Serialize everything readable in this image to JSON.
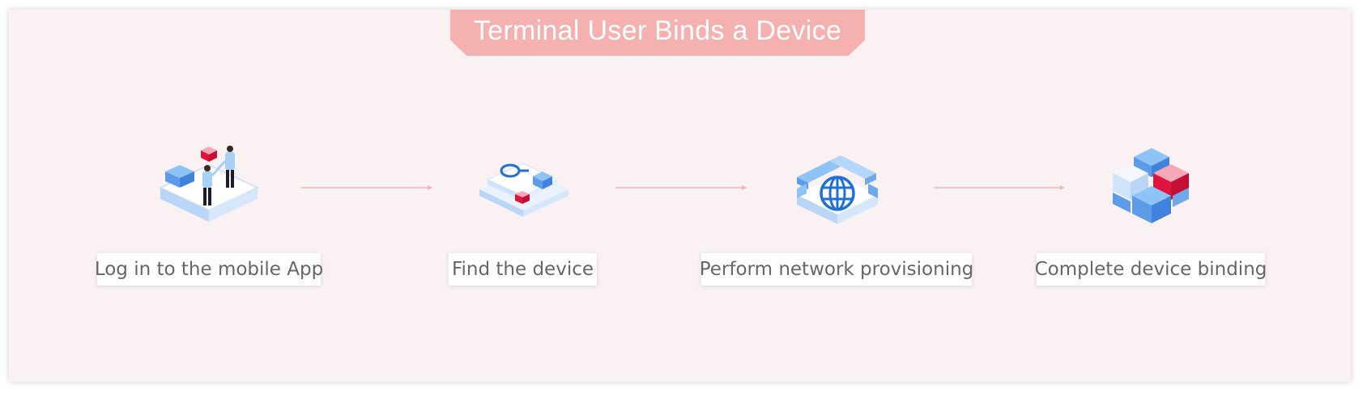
{
  "title": "Terminal User Binds a Device",
  "steps": [
    {
      "label": "Log in to the mobile App",
      "icon": "people-handshake-icon"
    },
    {
      "label": "Find the device",
      "icon": "search-device-icon"
    },
    {
      "label": "Perform network provisioning",
      "icon": "globe-network-icon"
    },
    {
      "label": "Complete device binding",
      "icon": "stacked-blocks-icon"
    }
  ],
  "colors": {
    "background": "#faf2f2",
    "title_tab": "#f5b0b0",
    "arrow": "#f2b3bd",
    "accent_red": "#e0143c",
    "accent_blue": "#6fa9ea",
    "light_blue": "#cfe3fb",
    "globe_blue": "#1f6fd6"
  }
}
